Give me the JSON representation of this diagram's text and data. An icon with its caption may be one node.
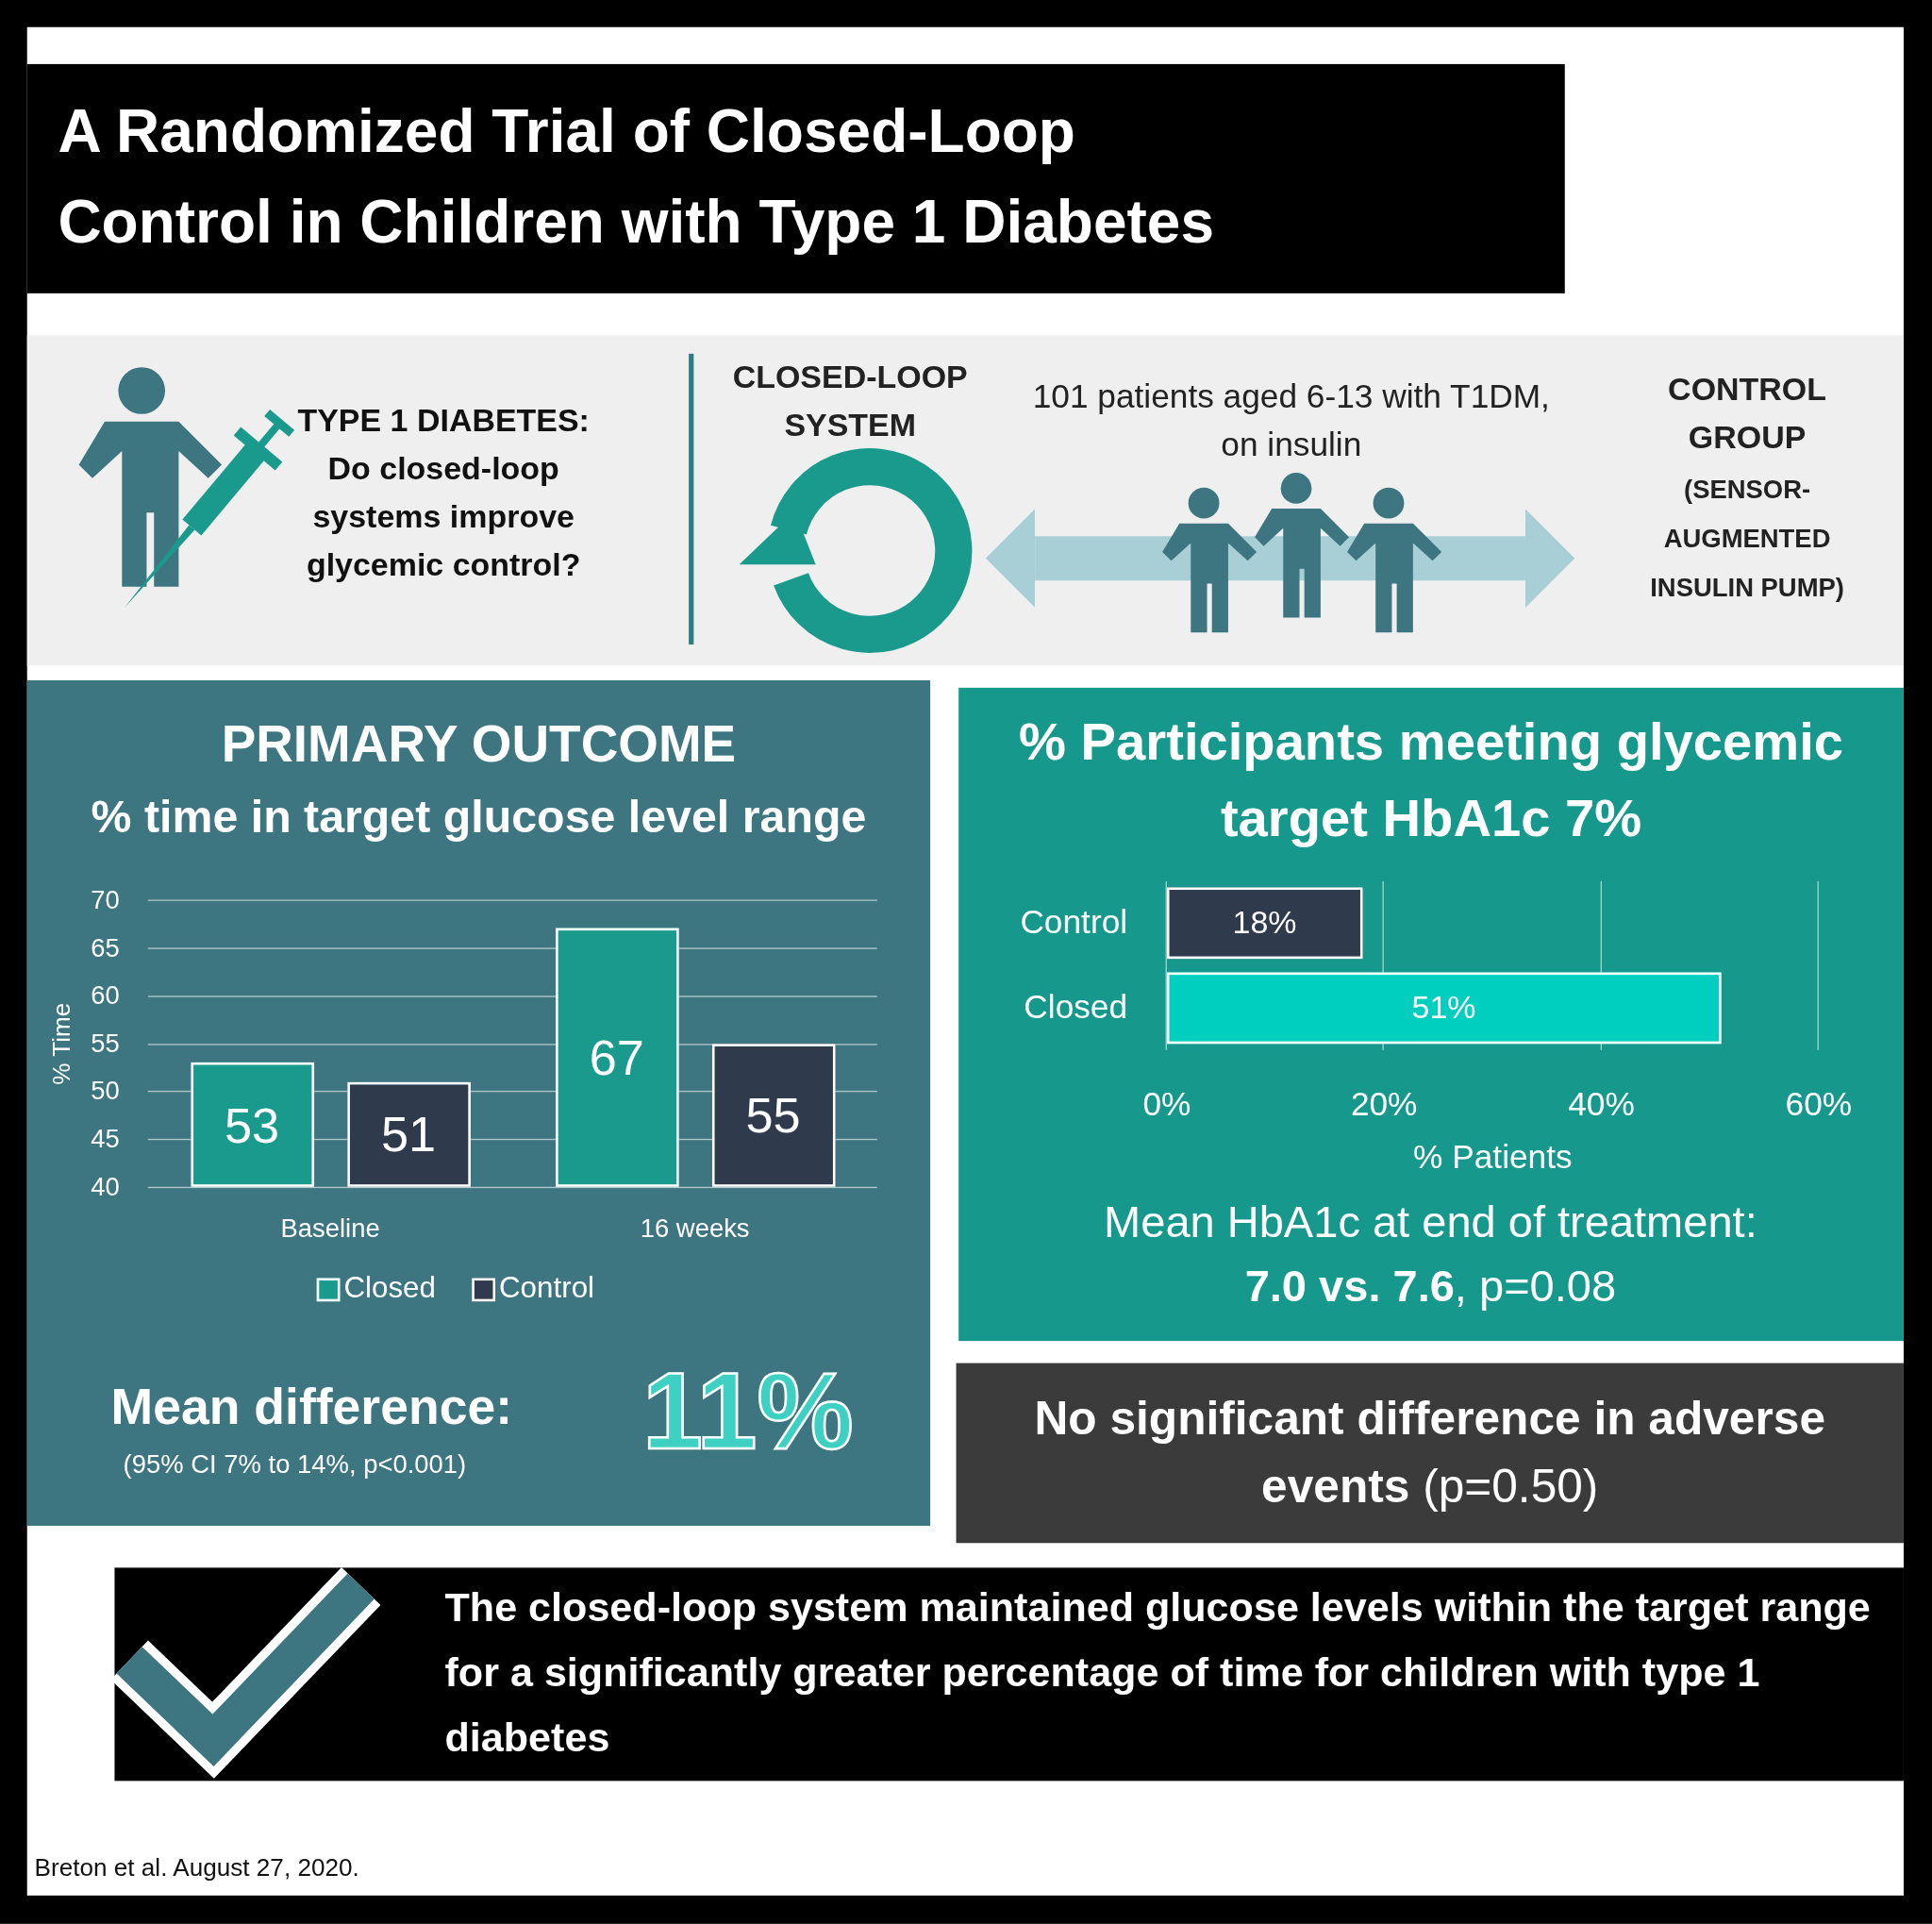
{
  "diagram": {
    "title": "A Randomized Trial of Closed-Loop Control in Children with Type 1 Diabetes",
    "nodes": [
      {
        "text": [
          "TYPE 1 DIABETES: Do closed-loop systems improve glycemic control?"
        ]
      },
      {
        "text": [
          "CLOSED-LOOP SYSTEM"
        ]
      },
      {
        "text": [
          "CONTROL GROUP",
          "(SENSOR-AUGMENTED INSULIN PUMP)"
        ]
      },
      {
        "text": [
          "PRIMARY OUTCOME",
          "% time in target glucose level range",
          "Mean difference:",
          "(95% CI 7% to 14%, p<0.001)",
          "11%"
        ]
      },
      {
        "text": [
          "% Participants meeting glycemic target HbA1c 7%",
          "Mean HbA1c at end of treatment: **7.0 vs. 7.6**, p=0.08"
        ]
      },
      {
        "text": [
          "**No significant difference in adverse events** (p=0.50)"
        ]
      },
      {
        "text": [
          "The closed-loop system maintained glucose levels within the target range for a significantly greater percentage of time for children with type 1 diabetes"
        ]
      }
    ],
    "edges": [
      {
        "from": 1,
        "to": 2,
        "arrow": "both",
        "label": "101 patients aged 6-13 with T1DM, on insulin"
      }
    ],
    "labels": [
      "Breton et al. August 27, 2020."
    ],
    "legend": [
      {
        "text": "Closed",
        "color": "#1a9a8c"
      },
      {
        "text": "Control",
        "color": "#2f3a4c"
      }
    ],
    "chart_data": [
      {
        "type": "bar",
        "ylabel": "% Time",
        "categories": [
          "Baseline",
          "16 weeks"
        ],
        "ylim": [
          40,
          70
        ],
        "yticks": [
          40,
          45,
          50,
          55,
          60,
          65,
          70
        ],
        "data_labels": true,
        "series": [
          {
            "color": "#1a9a8c",
            "values": [
              53,
              67
            ]
          },
          {
            "color": "#2f3a4c",
            "values": [
              51,
              55
            ]
          }
        ]
      },
      {
        "type": "bar",
        "orientation": "horizontal",
        "xlabel": "% Patients",
        "categories": [
          "Control",
          "Closed"
        ],
        "xlim": [
          0,
          60
        ],
        "xticks": [
          {
            "value": 0,
            "label": "0%"
          },
          {
            "value": 20,
            "label": "20%"
          },
          {
            "value": 40,
            "label": "40%"
          },
          {
            "value": 60,
            "label": "60%"
          }
        ],
        "value_labels": [
          "18%",
          "51%"
        ],
        "series": [
          {
            "color": "#2f3a4c",
            "values": [
              18,
              null
            ]
          },
          {
            "color": "#00cfc0",
            "values": [
              null,
              51
            ]
          }
        ]
      }
    ]
  }
}
